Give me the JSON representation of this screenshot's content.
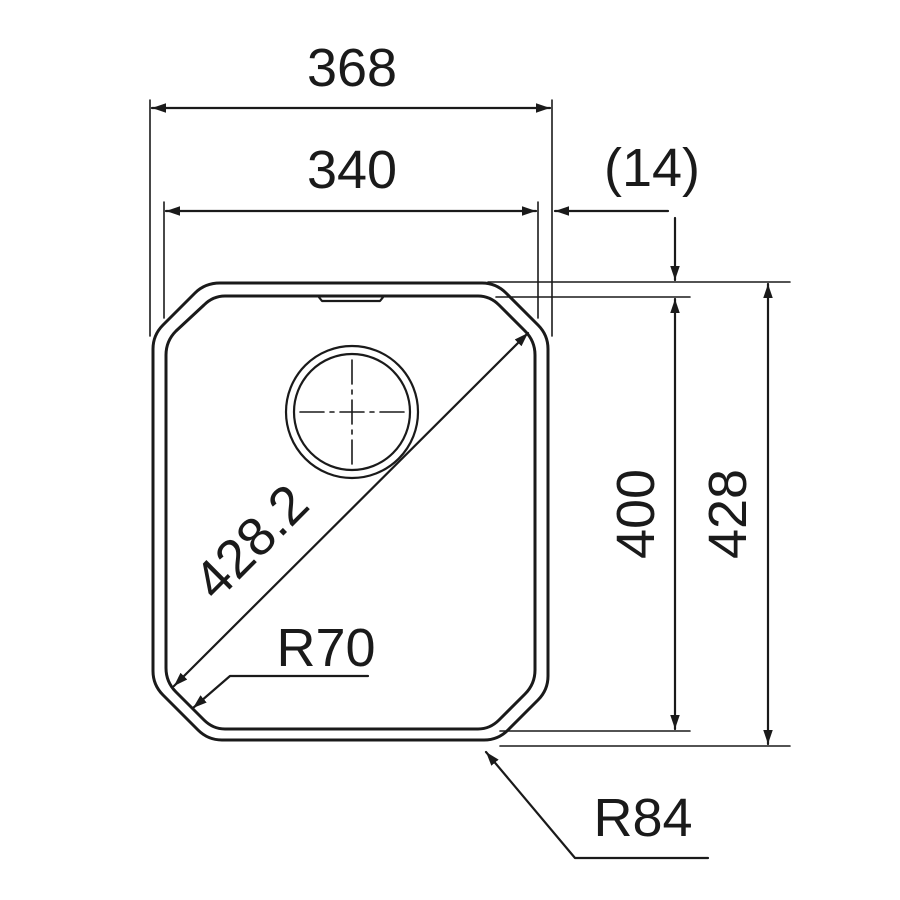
{
  "drawing": {
    "dim_overall_width": "368",
    "dim_bowl_width": "340",
    "dim_rim_offset": "(14)",
    "dim_bowl_depth": "400",
    "dim_overall_depth": "428",
    "dim_diagonal": "428.2",
    "dim_inner_radius": "R70",
    "dim_outer_radius": "R84"
  },
  "colors": {
    "ink": "#1a1a1a",
    "background": "#ffffff"
  }
}
